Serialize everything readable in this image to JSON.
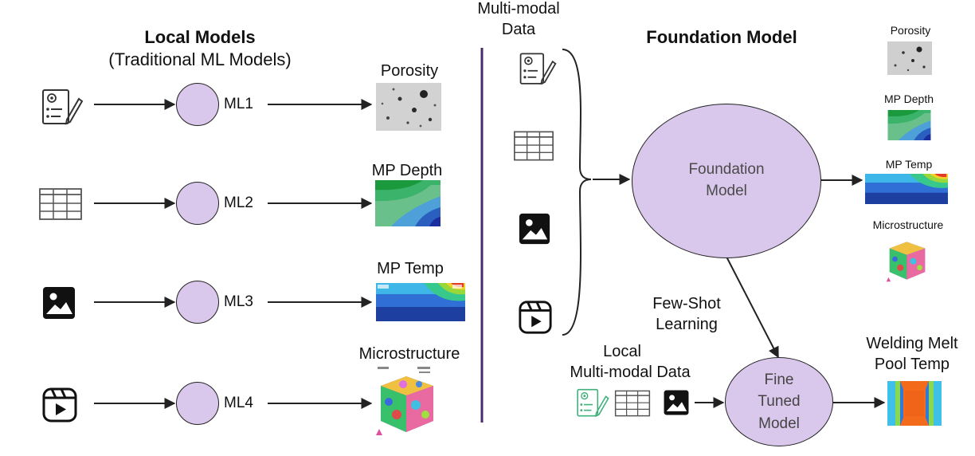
{
  "left": {
    "title": "Local Models",
    "subtitle": "(Traditional ML Models)",
    "rows": [
      {
        "model": "ML1",
        "output": "Porosity",
        "icon": "document-gear-icon"
      },
      {
        "model": "ML2",
        "output": "MP Depth",
        "icon": "table-icon"
      },
      {
        "model": "ML3",
        "output": "MP Temp",
        "icon": "image-icon"
      },
      {
        "model": "ML4",
        "output": "Microstructure",
        "icon": "video-icon"
      }
    ]
  },
  "right": {
    "title": "Foundation Model",
    "input_label_line1": "Multi-modal",
    "input_label_line2": "Data",
    "foundation_line1": "Foundation",
    "foundation_line2": "Model",
    "outputs": [
      "Porosity",
      "MP Depth",
      "MP Temp",
      "Microstructure"
    ],
    "few_shot_line1": "Few-Shot",
    "few_shot_line2": "Learning",
    "local_line1": "Local",
    "local_line2": "Multi-modal Data",
    "fine_tuned_line1": "Fine",
    "fine_tuned_line2": "Tuned",
    "fine_tuned_line3": "Model",
    "welding_line1": "Welding Melt",
    "welding_line2": "Pool Temp"
  },
  "colors": {
    "node_fill": "#d9c8ec",
    "divider": "#4b2a6b",
    "local_doc_icon": "#3fb07a"
  }
}
